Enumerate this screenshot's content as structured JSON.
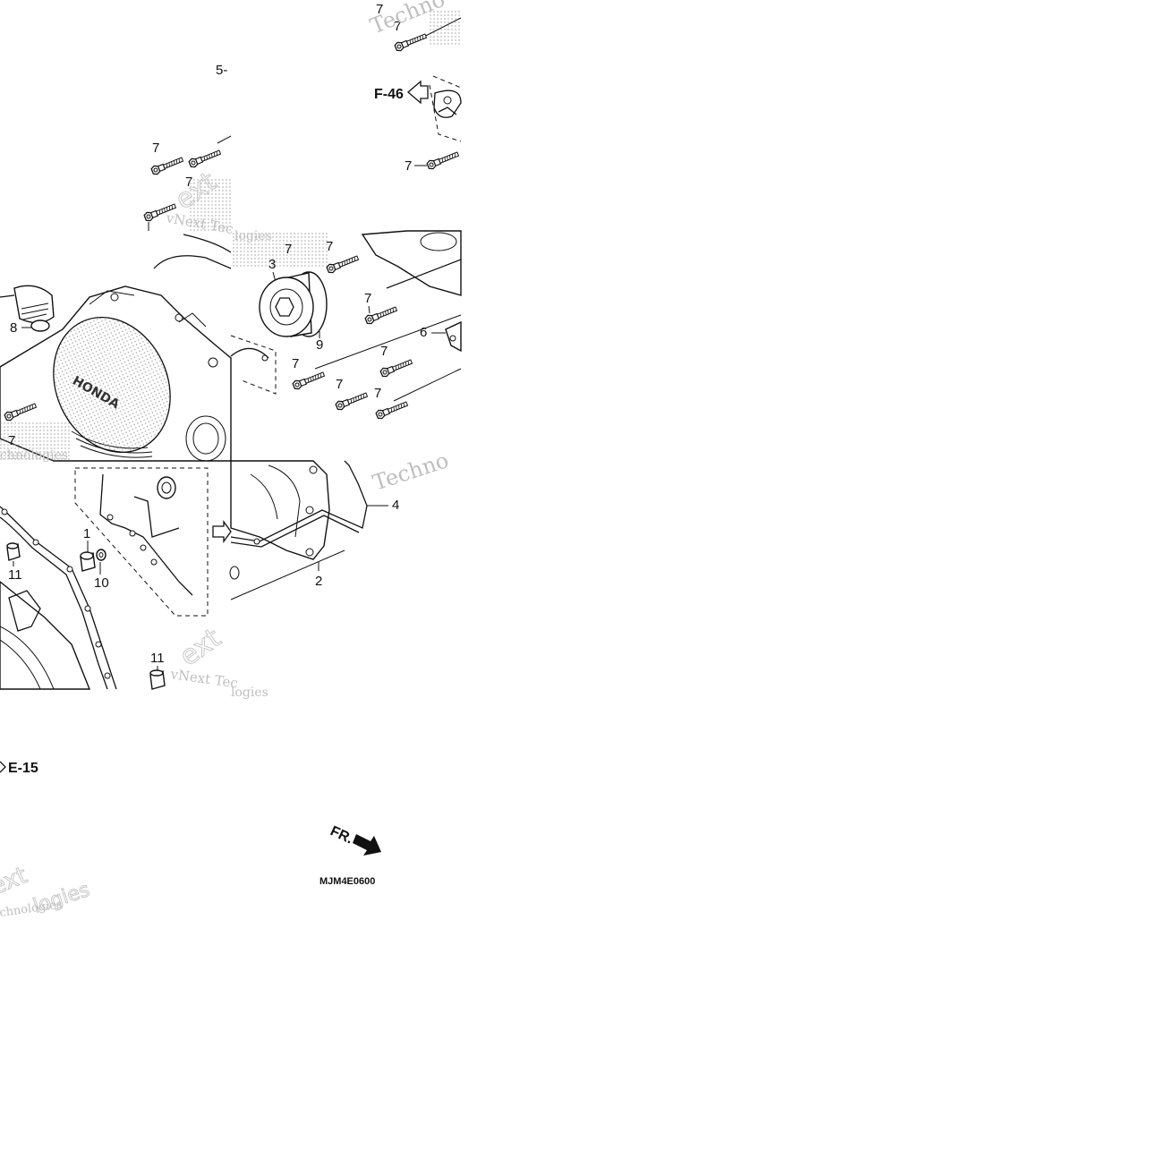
{
  "labels": {
    "bolt": "7",
    "crankcase_cover": "2",
    "plug": "3",
    "gasket": "4",
    "ref_5": "5-",
    "plate": "6",
    "o_ring_8": "8",
    "o_ring_9": "9",
    "plug_1": "1",
    "washer_10": "10",
    "dowel_11": "11"
  },
  "refs": {
    "f46": "F-46",
    "e15": "E-15",
    "fr": "FR."
  },
  "diagram_code": "MJM4E0600",
  "watermarks": {
    "brand": "vNext Tec",
    "tech": "Techno",
    "logies": "logies",
    "next": "ext",
    "technologies": "chnologies",
    "cover_logo": "HONDA"
  }
}
